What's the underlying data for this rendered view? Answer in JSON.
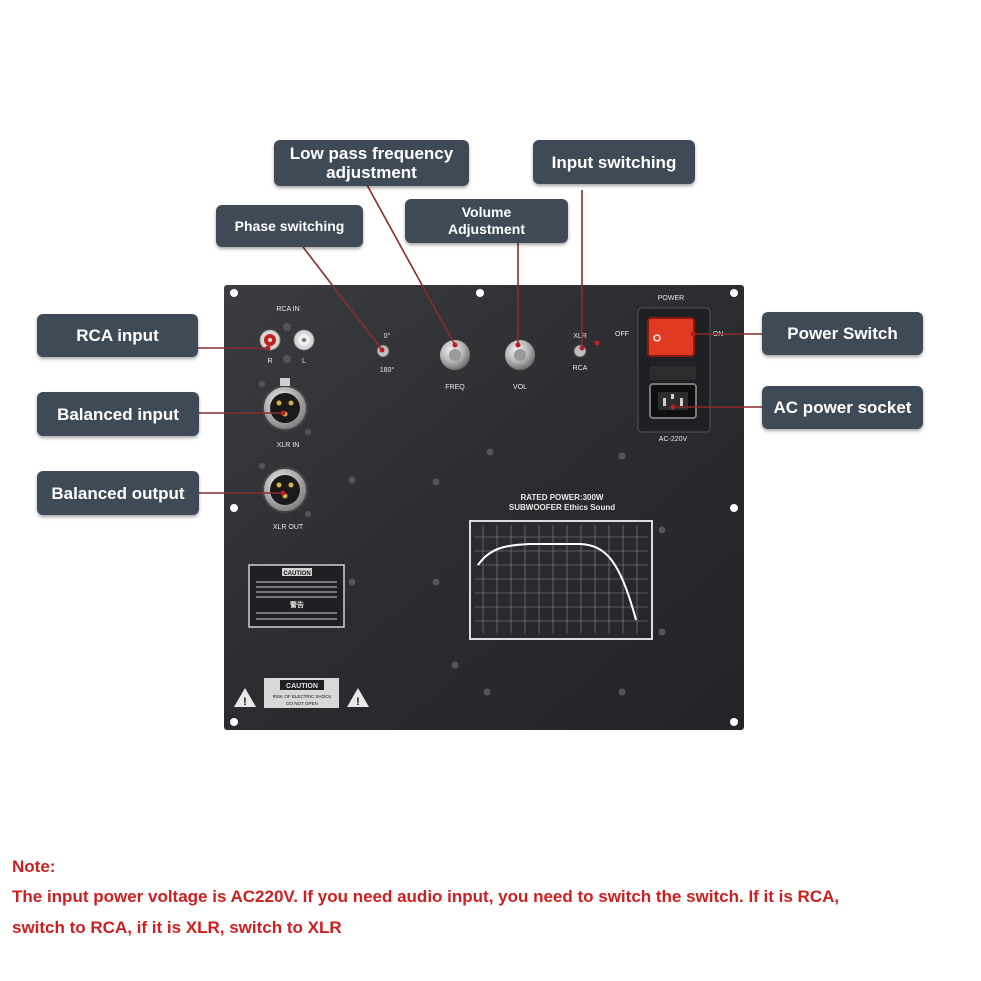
{
  "callouts": {
    "low_pass": "Low pass frequency\nadjustment",
    "input_switching": "Input switching",
    "phase_switching": "Phase switching",
    "volume": "Volume\nAdjustment",
    "rca_input": "RCA input",
    "balanced_input": "Balanced input",
    "balanced_output": "Balanced output",
    "power_switch": "Power Switch",
    "ac_socket": "AC power socket"
  },
  "panel": {
    "rca_in": "RCA IN",
    "r": "R",
    "l": "L",
    "phase_0": "0°",
    "phase_180": "180°",
    "freq": "FREQ",
    "vol": "VOL",
    "xlr_sel": "XLR",
    "rca_sel": "RCA",
    "off": "OFF",
    "on": "ON",
    "power": "POWER",
    "ac_220v": "AC-220V",
    "xlr_in": "XLR IN",
    "xlr_out": "XLR OUT",
    "rated_power": "RATED POWER:300W",
    "subwoofer": "SUBWOOFER Ethics Sound",
    "caution": "CAUTION",
    "caution_line1": "RISK OF ELECTRIC SHOCK",
    "caution_line2": "DO NOT OPEN",
    "warning_title": "CAUTION",
    "warning_cn": "警告"
  },
  "colors": {
    "callout_bg": "#3f4a57",
    "leader_line": "#8a2b2b",
    "panel": "#2a2c30",
    "note_red": "#cc1f1f",
    "power_switch": "#e03a22"
  },
  "note": {
    "title": "Note:",
    "line1": "The input power voltage is AC220V. If you need audio input, you need to switch the switch. If it is RCA,",
    "line2": "switch to RCA, if it is XLR, switch to XLR"
  }
}
